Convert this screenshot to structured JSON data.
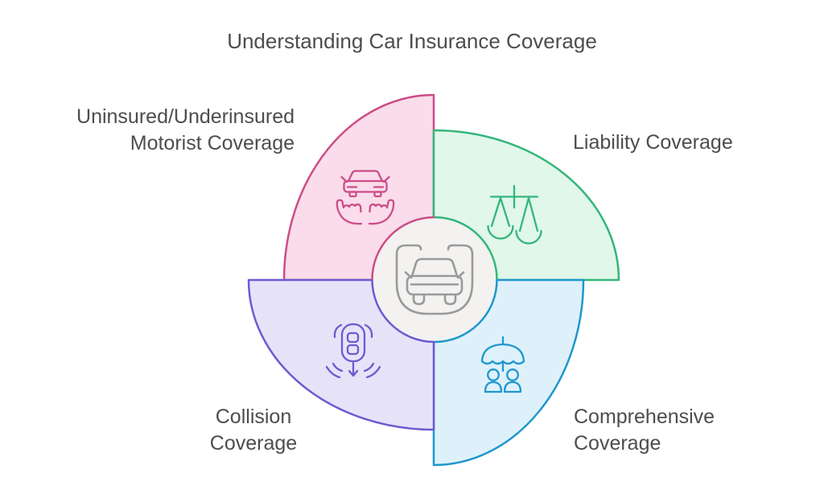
{
  "title": "Understanding Car Insurance Coverage",
  "text_color": "#4d4d4d",
  "background": "#ffffff",
  "center": {
    "icon": "car-shield-icon",
    "fill": "#f3f2f0",
    "icon_color": "#9a9a9a"
  },
  "sectors": [
    {
      "id": "uninsured-motorist",
      "position": "top-left",
      "label": "Uninsured/Underinsured Motorist Coverage",
      "lines": [
        "Uninsured/Underinsured",
        "Motorist Coverage"
      ],
      "icon": "car-in-hands-icon",
      "stroke": "#cb4d88",
      "fill": "#fadcea"
    },
    {
      "id": "liability",
      "position": "top-right",
      "label": "Liability Coverage",
      "lines": [
        "Liability Coverage"
      ],
      "icon": "scales-of-justice-icon",
      "stroke": "#34b67a",
      "fill": "#e0f7e9"
    },
    {
      "id": "comprehensive",
      "position": "bottom-right",
      "label": "Comprehensive Coverage",
      "lines": [
        "Comprehensive",
        "Coverage"
      ],
      "icon": "umbrella-people-icon",
      "stroke": "#1f97cd",
      "fill": "#def1fb"
    },
    {
      "id": "collision",
      "position": "bottom-left",
      "label": "Collision Coverage",
      "lines": [
        "Collision",
        "Coverage"
      ],
      "icon": "sensor-car-icon",
      "stroke": "#6a5cd0",
      "fill": "#e6e3f9"
    }
  ]
}
